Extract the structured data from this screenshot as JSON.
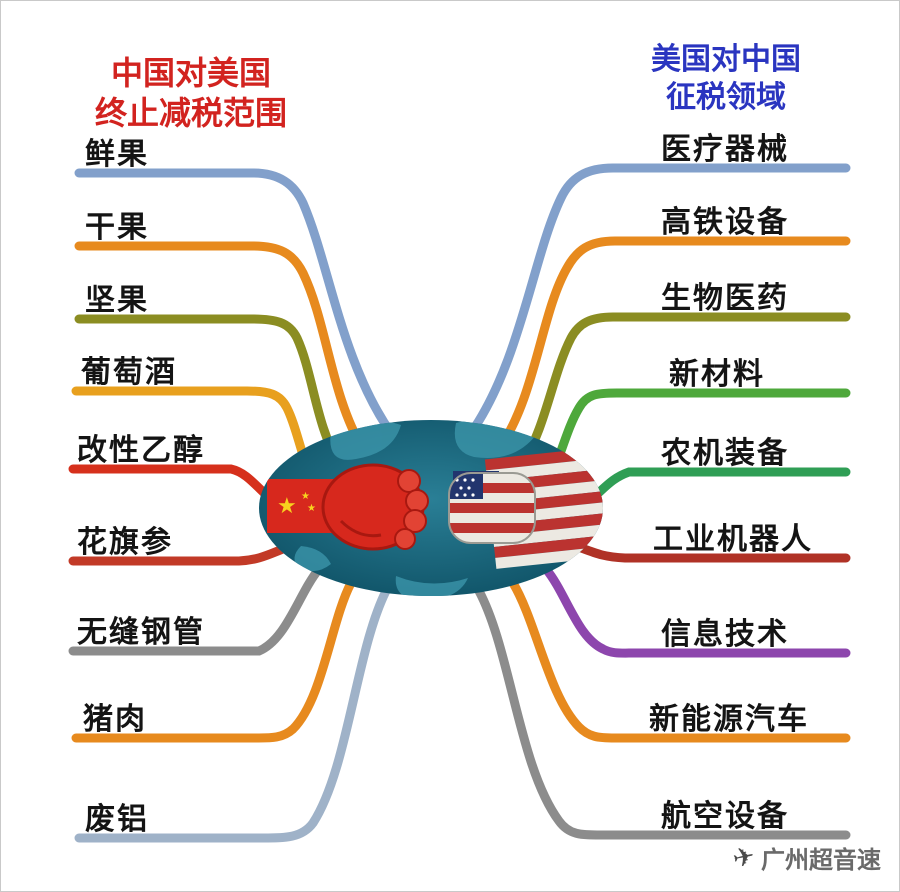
{
  "titles": {
    "left": {
      "line1": "中国对美国",
      "line2": "终止减税范围",
      "color": "#d2231f"
    },
    "right": {
      "line1": "美国对中国",
      "line2": "征税领域",
      "color": "#2a35c0"
    }
  },
  "left_items": [
    {
      "label": "鲜果",
      "color": "#82a0cb"
    },
    {
      "label": "干果",
      "color": "#e78a1e"
    },
    {
      "label": "坚果",
      "color": "#8b8d22"
    },
    {
      "label": "葡萄酒",
      "color": "#e8a01e"
    },
    {
      "label": "改性乙醇",
      "color": "#d6301c"
    },
    {
      "label": "花旗参",
      "color": "#c23a27"
    },
    {
      "label": "无缝钢管",
      "color": "#8c8c8c"
    },
    {
      "label": "猪肉",
      "color": "#e78a1e"
    },
    {
      "label": "废铝",
      "color": "#9fb2c8"
    }
  ],
  "right_items": [
    {
      "label": "医疗器械",
      "color": "#82a0cb"
    },
    {
      "label": "高铁设备",
      "color": "#e78a1e"
    },
    {
      "label": "生物医药",
      "color": "#8b8d22"
    },
    {
      "label": "新材料",
      "color": "#4ea83b"
    },
    {
      "label": "农机装备",
      "color": "#2f9e55"
    },
    {
      "label": "工业机器人",
      "color": "#b03226"
    },
    {
      "label": "信息技术",
      "color": "#8d46ad"
    },
    {
      "label": "新能源汽车",
      "color": "#e78a1e"
    },
    {
      "label": "航空设备",
      "color": "#8c8c8c"
    }
  ],
  "center": {
    "ocean_dark": "#0d4f63",
    "ocean_light": "#2a7f96",
    "land": "#3e98ad",
    "china_red": "#d7281d",
    "china_red_dark": "#a81810",
    "flag_gold": "#f7d21e",
    "us_blue": "#22356e",
    "us_red": "#bb3330",
    "us_white": "#ece9e2"
  },
  "watermark": {
    "icon": "paper-plane-icon",
    "text": "广州超音速"
  }
}
